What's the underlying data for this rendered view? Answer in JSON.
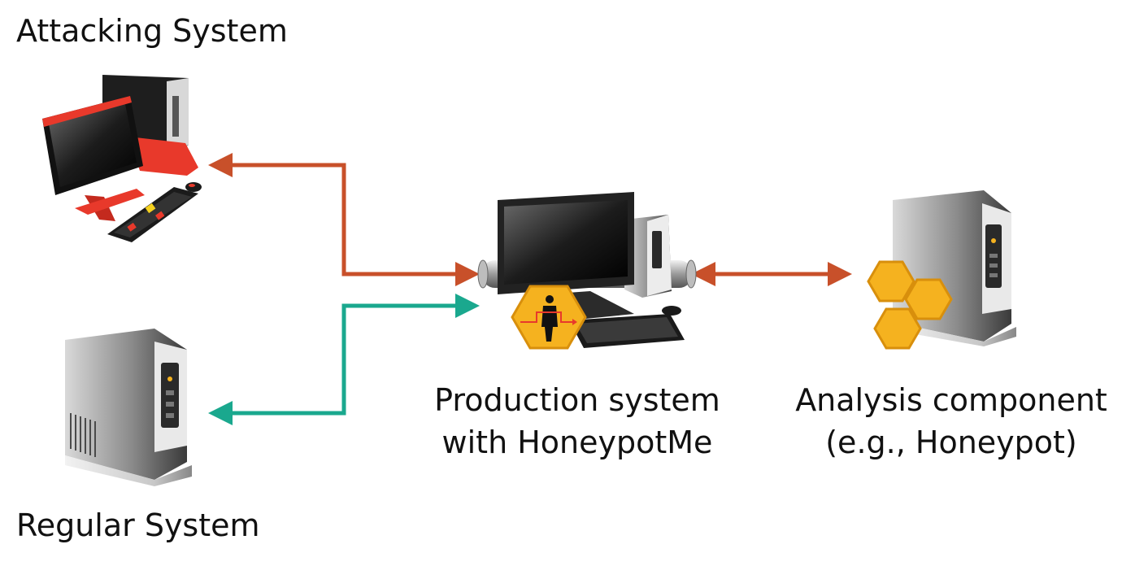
{
  "labels": {
    "attacking": "Attacking System",
    "regular": "Regular System",
    "production_line1": "Production system",
    "production_line2": "with HoneypotMe",
    "analysis_line1": "Analysis component",
    "analysis_line2": "(e.g., Honeypot)"
  },
  "nodes": [
    {
      "id": "attacking-system",
      "icon": "red-desktop-computer-icon"
    },
    {
      "id": "regular-system",
      "icon": "tower-server-icon"
    },
    {
      "id": "production-system",
      "icon": "desktop-computer-with-honeypotme-icon"
    },
    {
      "id": "analysis-component",
      "icon": "tower-server-with-honeycomb-icon"
    }
  ],
  "edges": [
    {
      "from": "production-system",
      "to": "attacking-system",
      "color": "#c8502a",
      "direction": "both"
    },
    {
      "from": "production-system",
      "to": "regular-system",
      "color": "#1aa88e",
      "direction": "both"
    },
    {
      "from": "production-system",
      "to": "analysis-component",
      "color": "#c8502a",
      "direction": "both"
    }
  ],
  "colors": {
    "attack_link": "#c8502a",
    "regular_link": "#1aa88e",
    "honey": "#f5b21f",
    "attacker_red": "#e8392b"
  }
}
